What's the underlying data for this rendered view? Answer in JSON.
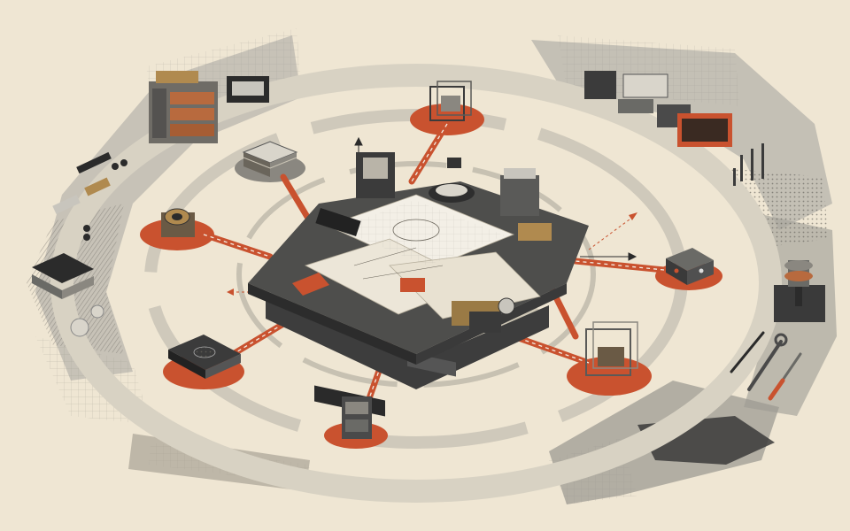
{
  "palette": {
    "paper": "#efe6d3",
    "paper_shade": "#e3d8c1",
    "ink": "#2b2b2b",
    "gray_dark": "#4a4a4a",
    "gray_mid": "#8a8a88",
    "gray_light": "#c8c5bd",
    "accent": "#c9522f",
    "brass": "#b08a4f",
    "wood": "#b86a3e",
    "sheet": "#f3efe6"
  },
  "scene": {
    "description_free": true,
    "central_workbench": {
      "icon": "workbench-with-blueprints"
    },
    "satellite_stations": [
      {
        "id": "top",
        "icon": "wireframe-cube-icon"
      },
      {
        "id": "upper-left",
        "icon": "stacked-plates-icon"
      },
      {
        "id": "left",
        "icon": "motor-coil-icon"
      },
      {
        "id": "lower-left",
        "icon": "circuit-board-icon"
      },
      {
        "id": "bottom",
        "icon": "small-cabinet-icon"
      },
      {
        "id": "lower-right",
        "icon": "wireframe-cube-icon"
      },
      {
        "id": "right",
        "icon": "control-box-icon"
      }
    ],
    "outer_collage": [
      {
        "id": "drawer-cabinet",
        "icon": "drawer-cabinet-icon"
      },
      {
        "id": "tray",
        "icon": "tray-icon"
      },
      {
        "id": "machinery-cluster",
        "icon": "machinery-cluster-icon"
      },
      {
        "id": "screws",
        "icon": "screws-icon"
      },
      {
        "id": "spindle",
        "icon": "spindle-icon"
      },
      {
        "id": "tools",
        "icon": "wrench-screwdriver-icon"
      },
      {
        "id": "material-stack",
        "icon": "material-stack-icon"
      }
    ]
  }
}
